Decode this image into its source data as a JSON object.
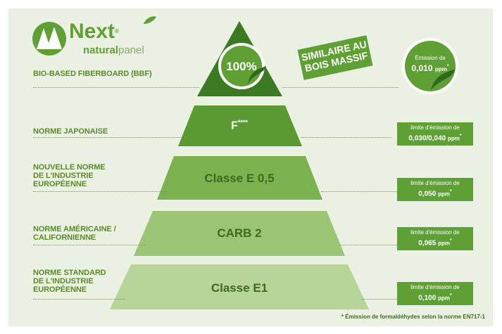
{
  "brand": {
    "name": "Next",
    "reg": "®",
    "sub_natural": "natural",
    "sub_panel": "panel"
  },
  "product_label": "BIO-BASED FIBERBOARD (BBF)",
  "top_badge": {
    "percent": "100%"
  },
  "similar_banner": {
    "line1": "SIMILAIRE AU",
    "line2": "BOIS MASSIF"
  },
  "emission_circle": {
    "label": "Émission de",
    "value": "0,010",
    "unit": "ppm",
    "star": "*"
  },
  "tiers": [
    {
      "side_label": [
        "NORME JAPONAISE"
      ],
      "center": "F",
      "center_sup": "****",
      "badge_line1": "limite d'émission de",
      "badge_value": "0,030/0,040",
      "badge_unit": "ppm",
      "badge_star": "*"
    },
    {
      "side_label": [
        "NOUVELLE NORME",
        "DE L'INDUSTRIE",
        "EUROPÉENNE"
      ],
      "center": "Classe E 0,5",
      "center_sup": "",
      "badge_line1": "limite d'émission de",
      "badge_value": "0,050",
      "badge_unit": "ppm",
      "badge_star": "*"
    },
    {
      "side_label": [
        "NORME AMÉRICAINE /",
        "CALIFORNIENNE"
      ],
      "center": "CARB 2",
      "center_sup": "",
      "badge_line1": "limite d'émission de",
      "badge_value": "0,065",
      "badge_unit": "ppm",
      "badge_star": "*"
    },
    {
      "side_label": [
        "NORME STANDARD",
        "DE L'INDUSTRIE",
        "EUROPÉENNE"
      ],
      "center": "Classe E1",
      "center_sup": "",
      "badge_line1": "limite d'émission de",
      "badge_value": "0,100",
      "badge_unit": "ppm",
      "badge_star": "*"
    }
  ],
  "footnote": "* Émission de formaldéhydes selon la norme EN717-1",
  "colors": {
    "dark_green": "#2f6a1c",
    "mid_green": "#5fa034",
    "light_green": "#a9cc84",
    "pale_green": "#c6ddb0",
    "background": "#eaf1e2"
  }
}
